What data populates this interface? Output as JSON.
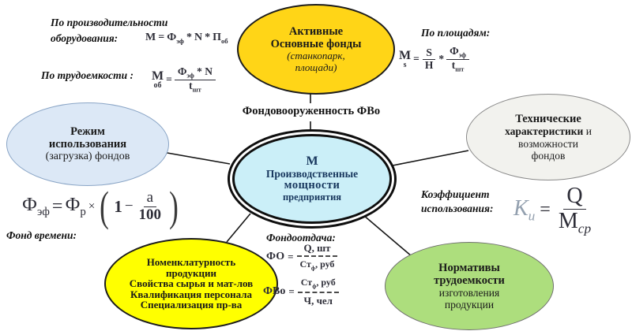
{
  "center": {
    "lines": [
      "М",
      "Производственные",
      "мощности",
      "предприятия"
    ]
  },
  "top_node": {
    "lines": [
      "Активные",
      "Основные фонды",
      "(станкопарк,",
      "площади)"
    ]
  },
  "left_node": {
    "lines": [
      "Режим",
      "использования",
      "(загрузка) фондов"
    ]
  },
  "right_node": {
    "line1": "Технические",
    "line2_bold": "характеристики",
    "line2_tail": " и",
    "line3": "возможности",
    "line4": "фондов"
  },
  "bottom_left_node": {
    "lines": [
      "Номенклатурность",
      "продукции",
      "Свойства сырья и мат-лов",
      "Квалификация персонала",
      "Специализация пр-ва"
    ]
  },
  "bottom_right_node": {
    "lines": [
      "Нормативы",
      "трудоемкости",
      "изготовления",
      "продукции"
    ]
  },
  "connector_label": "Фондовооруженность ФВо",
  "colors": {
    "top_ellipse": "#FFD517",
    "bottom_left_ellipse": "#FFFF00",
    "left_ellipse": "#DCE8F6",
    "right_ellipse": "#F2F2EE",
    "green_ellipse": "#ADDE7D",
    "center_fill": "#CBEFF8",
    "center_text": "#17365D"
  },
  "blocks": {
    "productivity": {
      "label1": "По производительности",
      "label2": "оборудования:",
      "formula": {
        "m": "М",
        "eq": "=",
        "phi": "Ф",
        "phi_sub": "эф",
        "star1": "*",
        "n": "N",
        "star2": "*",
        "pi": "П",
        "pi_sub": "об"
      }
    },
    "laboriousness": {
      "label": "По трудоемкости :",
      "formula": {
        "m": "М",
        "m_sub": "об",
        "eq": "=",
        "num_phi": "Ф",
        "num_phi_sub": "эф",
        "num_star": "*",
        "num_n": "N",
        "den_t": "t",
        "den_sub": "шт"
      }
    },
    "area": {
      "label": "По площадям:",
      "formula": {
        "m": "М",
        "m_sub": "s",
        "eq": "=",
        "f1_num": "S",
        "f1_den": "Н",
        "star": "*",
        "f2_num": "Ф",
        "f2_num_sub": "эф",
        "f2_den": "t",
        "f2_den_sub": "шт"
      }
    },
    "time_fund": {
      "label": "Фонд времени:",
      "formula": {
        "lhs": "Ф",
        "lhs_sub": "эф",
        "eq": "=",
        "rhs": "Ф",
        "rhs_sub": "р",
        "times": "×",
        "paren_open": "(",
        "one": "1",
        "minus": "−",
        "num": "a",
        "den": "100",
        "paren_close": ")"
      }
    },
    "utilization": {
      "label1": "Коэффициент",
      "label2": "использования:",
      "formula": {
        "k": "К",
        "k_sub": "и",
        "eq": "=",
        "num": "Q",
        "den": "М",
        "den_sub": "ср"
      }
    },
    "fondootdacha": {
      "label": "Фондоотдача:",
      "fo": {
        "lhs": "ФО",
        "eq": "=",
        "num": "Q, шт",
        "den_st": "Ст",
        "den_sub": "ф",
        "den_tail": ", руб"
      },
      "fvo": {
        "lhs": "ФВо",
        "eq": "=",
        "num_st": "Ст",
        "num_sub": "ф",
        "num_tail": ", руб",
        "den": "Ч, чел"
      }
    }
  }
}
